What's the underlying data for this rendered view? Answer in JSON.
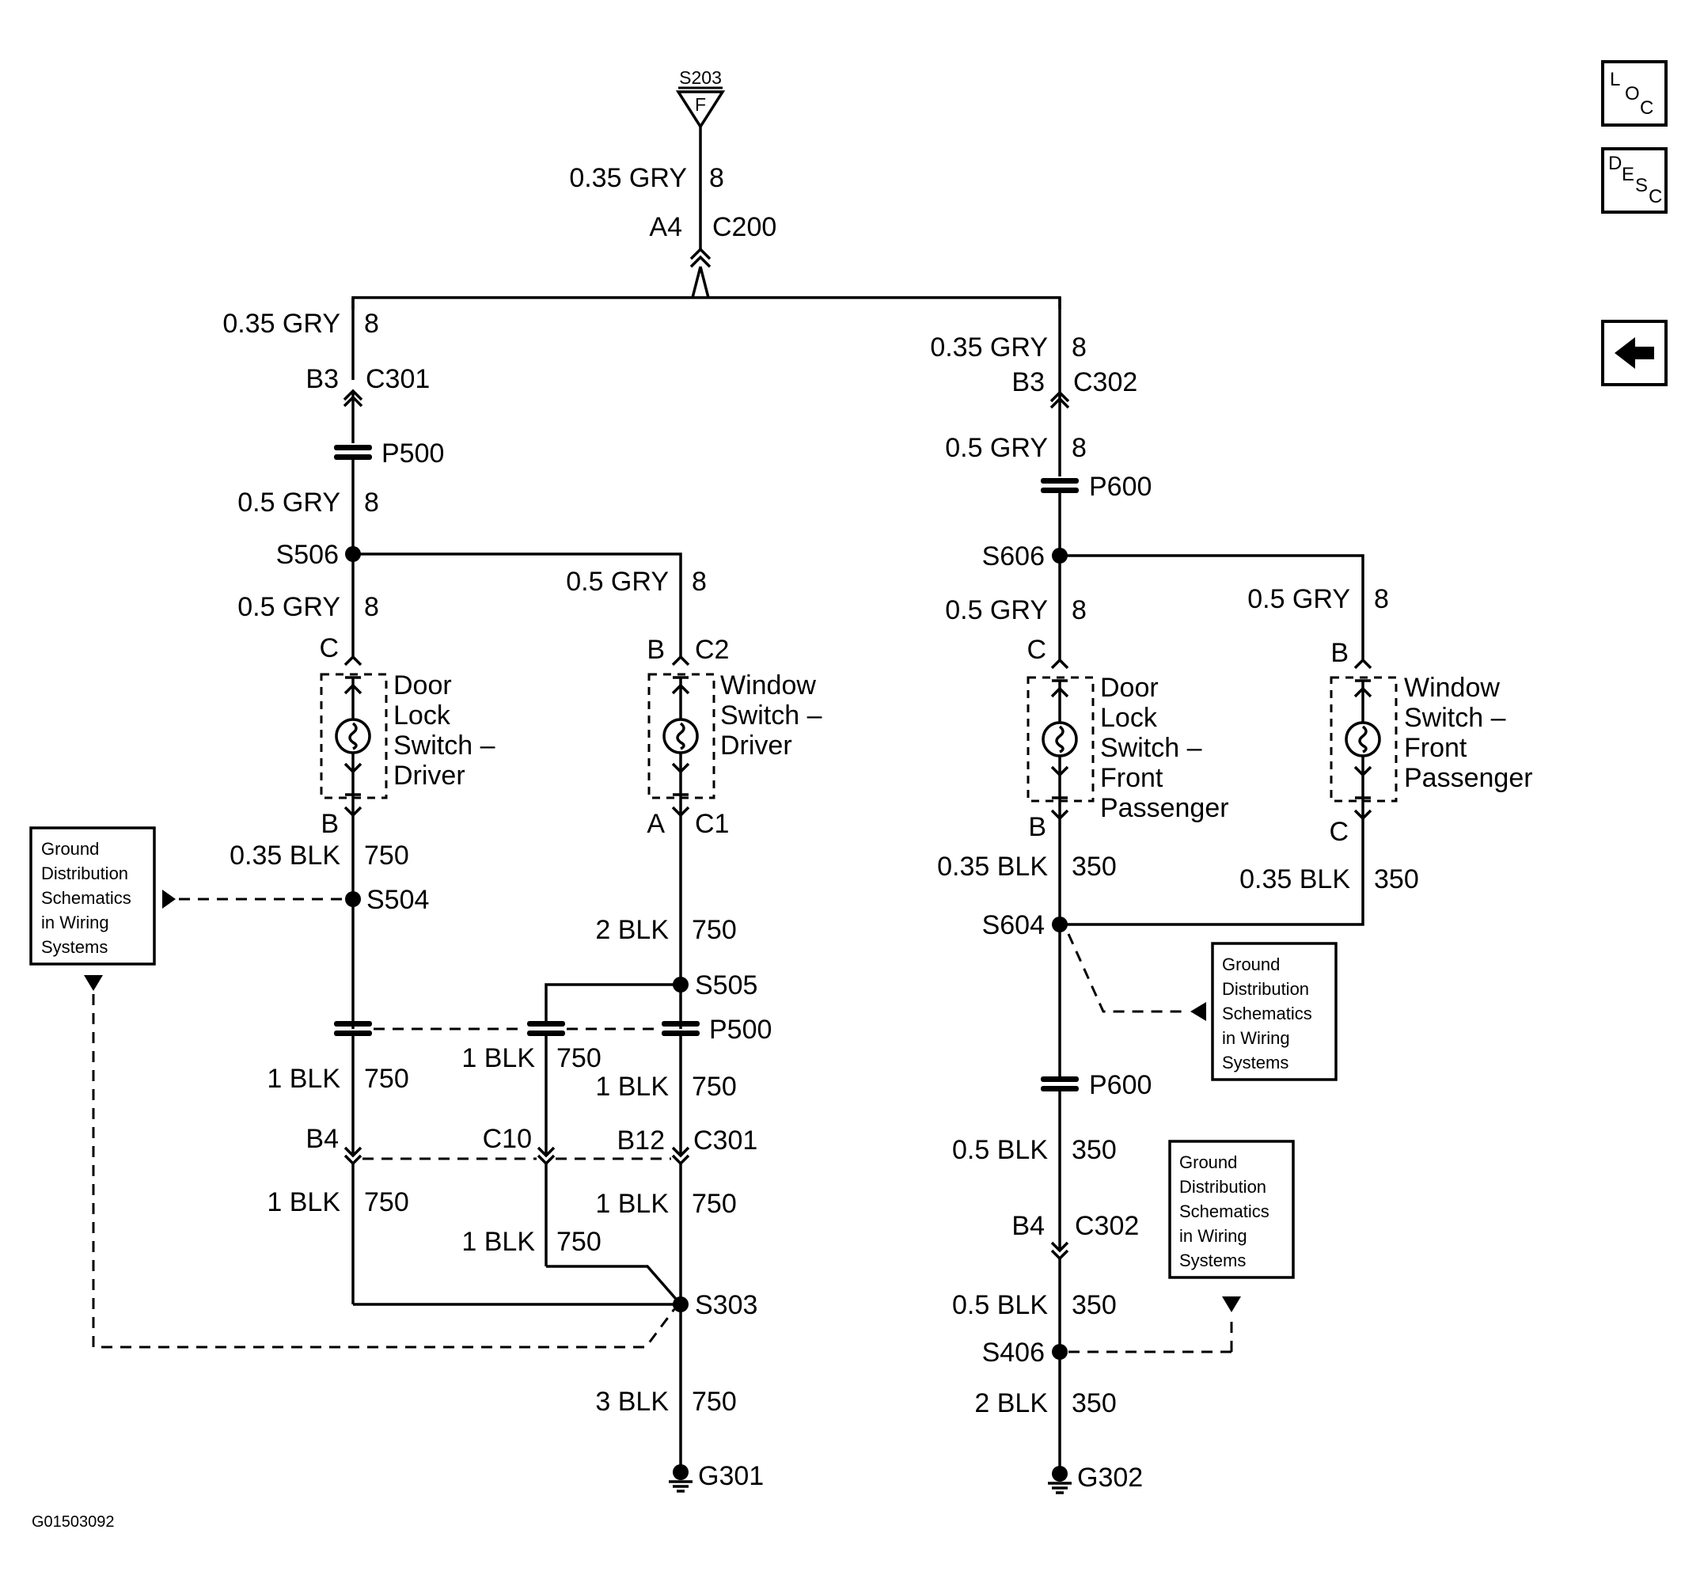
{
  "top_splice": {
    "name": "S203",
    "letter": "F"
  },
  "wires": {
    "top": "0.35 GRY",
    "top_n": "8",
    "l_a": "0.35 GRY",
    "l_a_n": "8",
    "l_b": "0.5 GRY",
    "l_b_n": "8",
    "l_c": "0.5 GRY",
    "l_c_n": "8",
    "l_d": "0.5 GRY",
    "l_d_n": "8",
    "l_e": "0.35 BLK",
    "l_e_n": "750",
    "l_f": "2 BLK",
    "l_f_n": "750",
    "l_g1": "1 BLK",
    "l_g1_n": "750",
    "l_g2": "1 BLK",
    "l_g2_n": "750",
    "l_g3": "1 BLK",
    "l_g3_n": "750",
    "l_h1": "1 BLK",
    "l_h1_n": "750",
    "l_h2": "1 BLK",
    "l_h2_n": "750",
    "l_h3": "1 BLK",
    "l_h3_n": "750",
    "l_i": "3 BLK",
    "l_i_n": "750",
    "r_a": "0.35 GRY",
    "r_a_n": "8",
    "r_b": "0.5 GRY",
    "r_b_n": "8",
    "r_c": "0.5 GRY",
    "r_c_n": "8",
    "r_d": "0.5 GRY",
    "r_d_n": "8",
    "r_e": "0.35 BLK",
    "r_e_n": "350",
    "r_f": "0.35 BLK",
    "r_f_n": "350",
    "r_g": "0.5 BLK",
    "r_g_n": "350",
    "r_h": "0.5 BLK",
    "r_h_n": "350",
    "r_i": "2 BLK",
    "r_i_n": "350"
  },
  "connectors": {
    "a4": "A4",
    "c200": "C200",
    "b3_l": "B3",
    "c301_top": "C301",
    "b3_r": "B3",
    "c302_top": "C302",
    "b4_l": "B4",
    "c10": "C10",
    "b12": "B12",
    "c301_bot": "C301",
    "b4_r": "B4",
    "c302_bot": "C302",
    "pin_c_l": "C",
    "pin_b_l": "B",
    "pin_b_w": "B",
    "c2": "C2",
    "pin_a_w": "A",
    "c1": "C1",
    "pin_c_r": "C",
    "pin_b_r": "B",
    "pin_b_fw": "B",
    "pin_c_fw": "C"
  },
  "inline": {
    "p500_top": "P500",
    "p500_bot": "P500",
    "p600_top": "P600",
    "p600_bot": "P600"
  },
  "splices": {
    "s506": "S506",
    "s504": "S504",
    "s505": "S505",
    "s303": "S303",
    "s606": "S606",
    "s604": "S604",
    "s406": "S406"
  },
  "grounds": {
    "g301": "G301",
    "g302": "G302"
  },
  "components": {
    "door_lock_driver": [
      "Door",
      "Lock",
      "Switch –",
      "Driver"
    ],
    "window_driver": [
      "Window",
      "Switch –",
      "Driver"
    ],
    "door_lock_passenger": [
      "Door",
      "Lock",
      "Switch –",
      "Front",
      "Passenger"
    ],
    "window_passenger": [
      "Window",
      "Switch –",
      "Front",
      "Passenger"
    ]
  },
  "ground_dist_box": [
    "Ground",
    "Distribution",
    "Schematics",
    "in Wiring",
    "Systems"
  ],
  "side_icons": {
    "loc": [
      "L",
      "O",
      "C"
    ],
    "desc": [
      "D",
      "E",
      "S",
      "C"
    ]
  },
  "figure_id": "G01503092"
}
